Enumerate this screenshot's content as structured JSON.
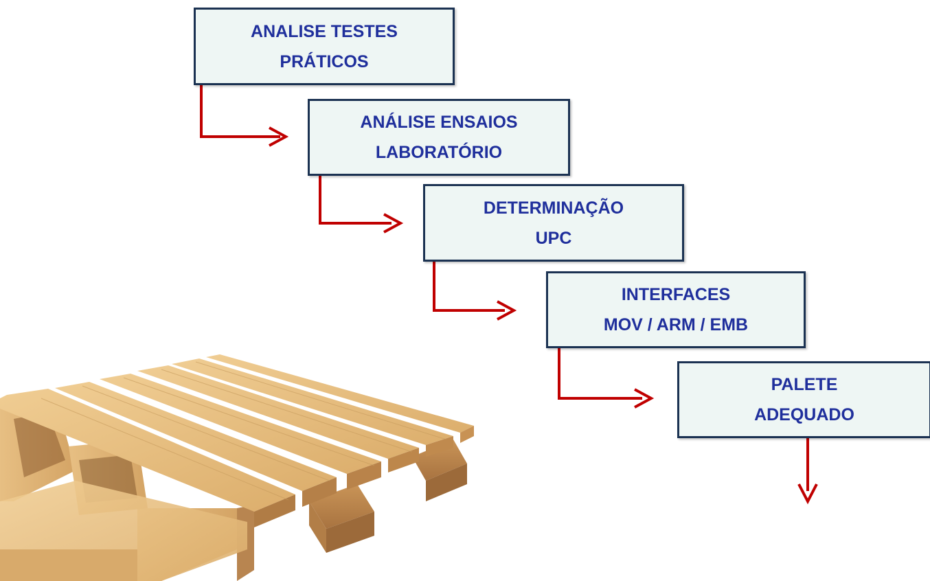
{
  "steps": [
    {
      "line1": "ANALISE TESTES",
      "line2": "PRÁTICOS"
    },
    {
      "line1": "ANÁLISE ENSAIOS",
      "line2": "LABORATÓRIO"
    },
    {
      "line1": "DETERMINAÇÃO",
      "line2": "UPC"
    },
    {
      "line1": "INTERFACES",
      "line2": "MOV / ARM / EMB"
    },
    {
      "line1": "PALETE",
      "line2": "ADEQUADO"
    }
  ],
  "colors": {
    "box_fill": "#eef6f4",
    "box_border": "#1b3252",
    "text": "#1f2f9c",
    "arrow": "#c00000",
    "wood": "#e2b87a"
  },
  "image": {
    "subject": "wooden-pallet"
  }
}
